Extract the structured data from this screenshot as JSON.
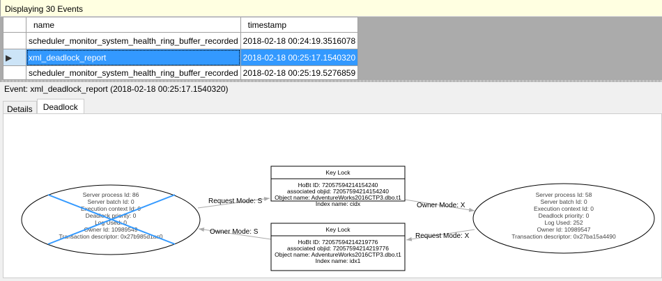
{
  "status": {
    "text": "Displaying 30 Events"
  },
  "grid": {
    "columns": [
      "name",
      "timestamp"
    ],
    "rows": [
      {
        "name": "scheduler_monitor_system_health_ring_buffer_recorded",
        "timestamp": "2018-02-18 00:24:19.3516078"
      },
      {
        "name": "xml_deadlock_report",
        "timestamp": "2018-02-18 00:25:17.1540320",
        "selected": true
      },
      {
        "name": "scheduler_monitor_system_health_ring_buffer_recorded",
        "timestamp": "2018-02-18 00:25:19.5276859"
      }
    ]
  },
  "event_label": "Event: xml_deadlock_report (2018-02-18 00:25:17.1540320)",
  "tabs": [
    {
      "label": "Details"
    },
    {
      "label": "Deadlock",
      "active": true
    }
  ],
  "deadlock": {
    "victim": {
      "lines": [
        "Server process Id: 86",
        "Server batch Id: 0",
        "Execution context Id: 0",
        "Deadlock priority: 0",
        "Log Used: 0",
        "Owner Id: 10989549",
        "Transaction descriptor: 0x27b985d1ac0"
      ],
      "victim_mark_color": "#3399ff"
    },
    "process2": {
      "lines": [
        "Server process Id: 58",
        "Server batch Id: 0",
        "Execution context Id: 0",
        "Deadlock priority: 0",
        "Log Used: 252",
        "Owner Id: 10989547",
        "Transaction descriptor: 0x27ba15a4490"
      ]
    },
    "lock1": {
      "title": "Key Lock",
      "lines": [
        "HoBt ID: 72057594214154240",
        "associated objid: 72057594214154240",
        "Object name: AdventureWorks2016CTP3.dbo.t1",
        "Index name: cidx"
      ]
    },
    "lock2": {
      "title": "Key Lock",
      "lines": [
        "HoBt ID: 72057594214219776",
        "associated objid: 72057594214219776",
        "Object name: AdventureWorks2016CTP3.dbo.t1",
        "Index name: idx1"
      ]
    },
    "edges": {
      "victim_request": "Request Mode: S",
      "lock1_owner": "Owner Mode: X",
      "p2_request": "Request Mode: X",
      "lock2_owner": "Owner Mode: S"
    }
  }
}
